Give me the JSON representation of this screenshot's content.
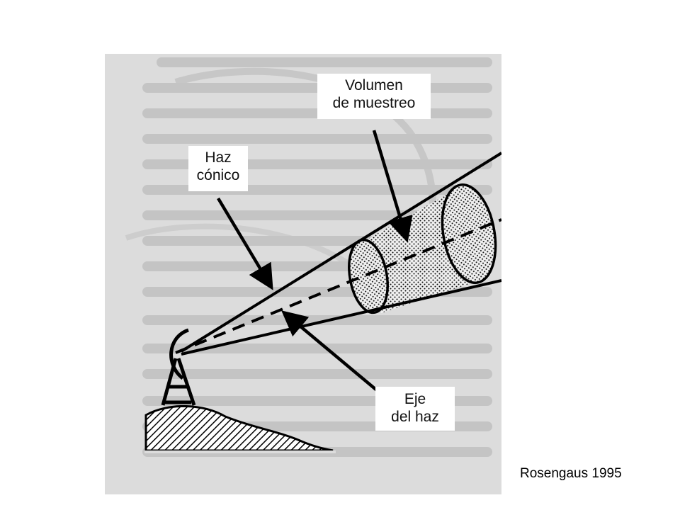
{
  "labels": {
    "volume_line1": "Volumen",
    "volume_line2": "de muestreo",
    "cone_line1": "Haz",
    "cone_line2": "cónico",
    "axis_line1": "Eje",
    "axis_line2": "del haz"
  },
  "credit": "Rosengaus 1995",
  "colors": {
    "background_paper": "#dcdcdc",
    "ink": "#000000",
    "page": "#ffffff"
  }
}
